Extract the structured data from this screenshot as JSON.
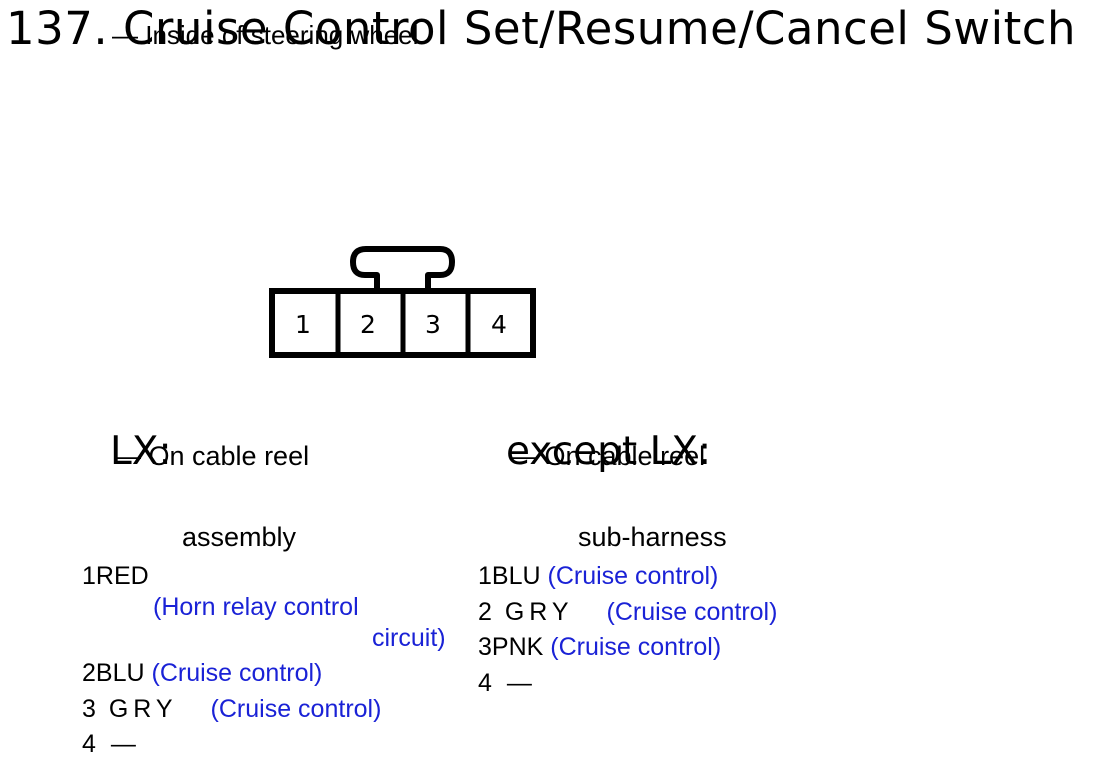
{
  "header": {
    "title": "137. Cruise Control Set/Resume/Cancel Switch",
    "subtitle": "— Inside of steering wheel"
  },
  "connector": {
    "pins": [
      "1",
      "2",
      "3",
      "4"
    ]
  },
  "lx": {
    "heading": "LX:",
    "location": "— On cable reel",
    "location_line2": "assembly",
    "wires": [
      {
        "pin": "1",
        "color": "RED",
        "desc_line1": "(Horn relay control",
        "desc_line2": "circuit)"
      },
      {
        "pin": "2",
        "color": "BLU",
        "desc": "(Cruise control)"
      },
      {
        "pin": "3",
        "color": "GRY",
        "desc": "(Cruise control)"
      },
      {
        "pin": "4",
        "color": "—",
        "desc": ""
      }
    ]
  },
  "except_lx": {
    "heading": "except LX:",
    "location": "— On cable reel",
    "location_line2": "sub-harness",
    "wires": [
      {
        "pin": "1",
        "color": "BLU",
        "desc": "(Cruise control)"
      },
      {
        "pin": "2",
        "color": "GRY",
        "desc": "(Cruise control)"
      },
      {
        "pin": "3",
        "color": "PNK",
        "desc": "(Cruise control)"
      },
      {
        "pin": "4",
        "color": "—",
        "desc": ""
      }
    ]
  },
  "colors": {
    "text": "#000000",
    "annotation": "#1a22d6"
  }
}
